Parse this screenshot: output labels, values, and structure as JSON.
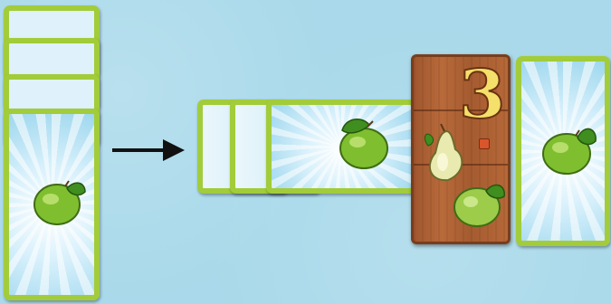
{
  "colors": {
    "background": "#aedcec",
    "card_border": "#a2cc3a",
    "wood": "#b0643a",
    "number": "#f4e06a",
    "lime": "#8cc63f",
    "pear": "#e9edb0"
  },
  "left_column": {
    "cards": [
      "strip",
      "strip",
      "strip",
      "full"
    ],
    "fruit": "lime-icon"
  },
  "arrow": {
    "direction": "right"
  },
  "middle_row": {
    "cards": [
      "strip",
      "strip",
      "full"
    ],
    "fruit": "lime-icon"
  },
  "wood_card": {
    "number": "3",
    "fruits": [
      "pear-icon",
      "lime-icon"
    ]
  },
  "right_card": {
    "fruit": "lime-icon"
  }
}
